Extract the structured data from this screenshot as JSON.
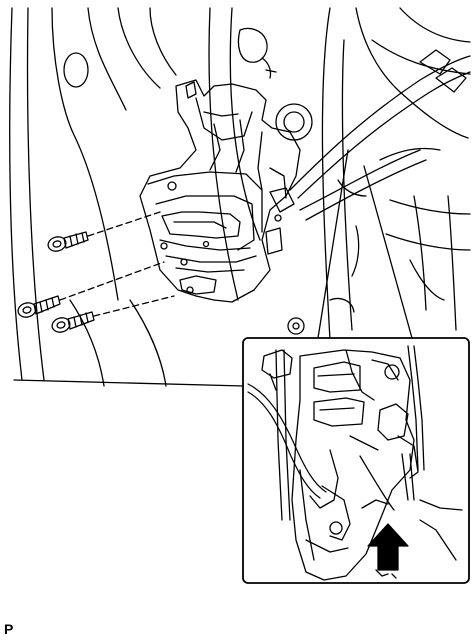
{
  "figure": {
    "code": "P",
    "components": [
      "door-panel",
      "door-lock-assembly",
      "screw",
      "screw",
      "screw",
      "detail-inset",
      "push-direction-arrow"
    ],
    "colors": {
      "line": "#000000",
      "background": "#ffffff",
      "arrow_fill": "#000000"
    }
  }
}
